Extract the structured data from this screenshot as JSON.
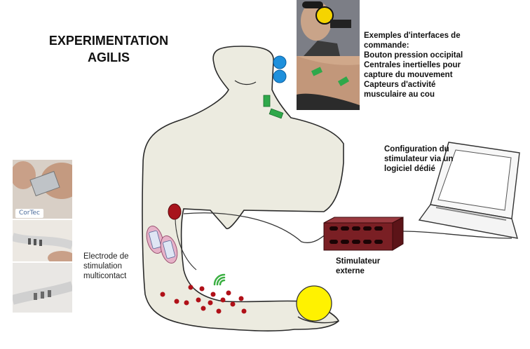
{
  "title": {
    "line1": "EXPERIMENTATION",
    "line2": "AGILIS"
  },
  "labels": {
    "interfaces": [
      "Exemples d'interfaces de",
      "commande:",
      "Bouton pression occipital",
      "Centrales inertielles pour",
      "capture du mouvement",
      "Capteurs d'activité",
      "musculaire au cou"
    ],
    "configuration": [
      "Configuration du",
      "stimulateur via un",
      "logiciel dédié"
    ],
    "electrode": [
      "Electrode de",
      "stimulation",
      "multicontact"
    ],
    "stimulator": [
      "Stimulateur",
      "externe"
    ]
  },
  "photo_inset": {
    "brand": "CorTec"
  },
  "colors": {
    "body_fill": "#ecebe0",
    "body_outline": "#2a2a2a",
    "blue_button": "#1e90dc",
    "green_sensor": "#2fa84a",
    "nerve_red": "#b01018",
    "stimulator_box": "#7a1f24",
    "ball_yellow": "#fff200",
    "wireless_green": "#3cb043"
  }
}
